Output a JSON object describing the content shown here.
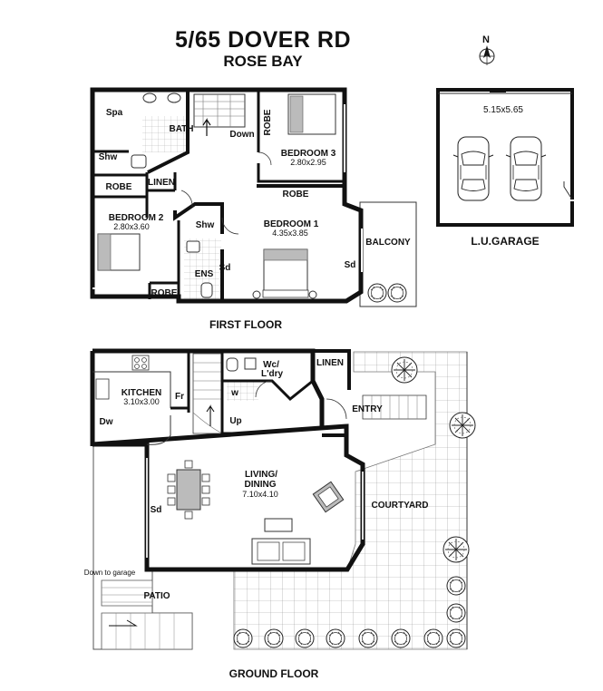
{
  "title": "5/65 DOVER RD",
  "subtitle": "ROSE BAY",
  "north": "N",
  "floors": {
    "first": "FIRST FLOOR",
    "ground": "GROUND FLOOR",
    "garage": "L.U.GARAGE",
    "garage_dims": "5.15x5.65"
  },
  "first_floor": {
    "spa": "Spa",
    "bath": "BATH",
    "shw": "Shw",
    "down": "Down",
    "robe_v": "ROBE",
    "bedroom3": "BEDROOM 3",
    "bedroom3_dims": "2.80x2.95",
    "robe_left": "ROBE",
    "linen": "LINEN",
    "robe_b1": "ROBE",
    "bedroom2": "BEDROOM 2",
    "bedroom2_dims": "2.80x3.60",
    "ens_shw": "Shw",
    "ens": "ENS",
    "ens_sd": "Sd",
    "bedroom1": "BEDROOM 1",
    "bedroom1_dims": "4.35x3.85",
    "balcony": "BALCONY",
    "balcony_sd": "Sd",
    "robe_bottom": "ROBE"
  },
  "ground_floor": {
    "kitchen": "KITCHEN",
    "kitchen_dims": "3.10x3.00",
    "fr": "Fr",
    "dw": "Dw",
    "w": "w",
    "wc": "Wc/",
    "ldry": "L'dry",
    "linen": "LINEN",
    "entry": "ENTRY",
    "up": "Up",
    "living": "LIVING/",
    "dining": "DINING",
    "living_dims": "7.10x4.10",
    "sd": "Sd",
    "courtyard": "COURTYARD",
    "down_to_garage": "Down to garage",
    "patio": "PATIO"
  }
}
